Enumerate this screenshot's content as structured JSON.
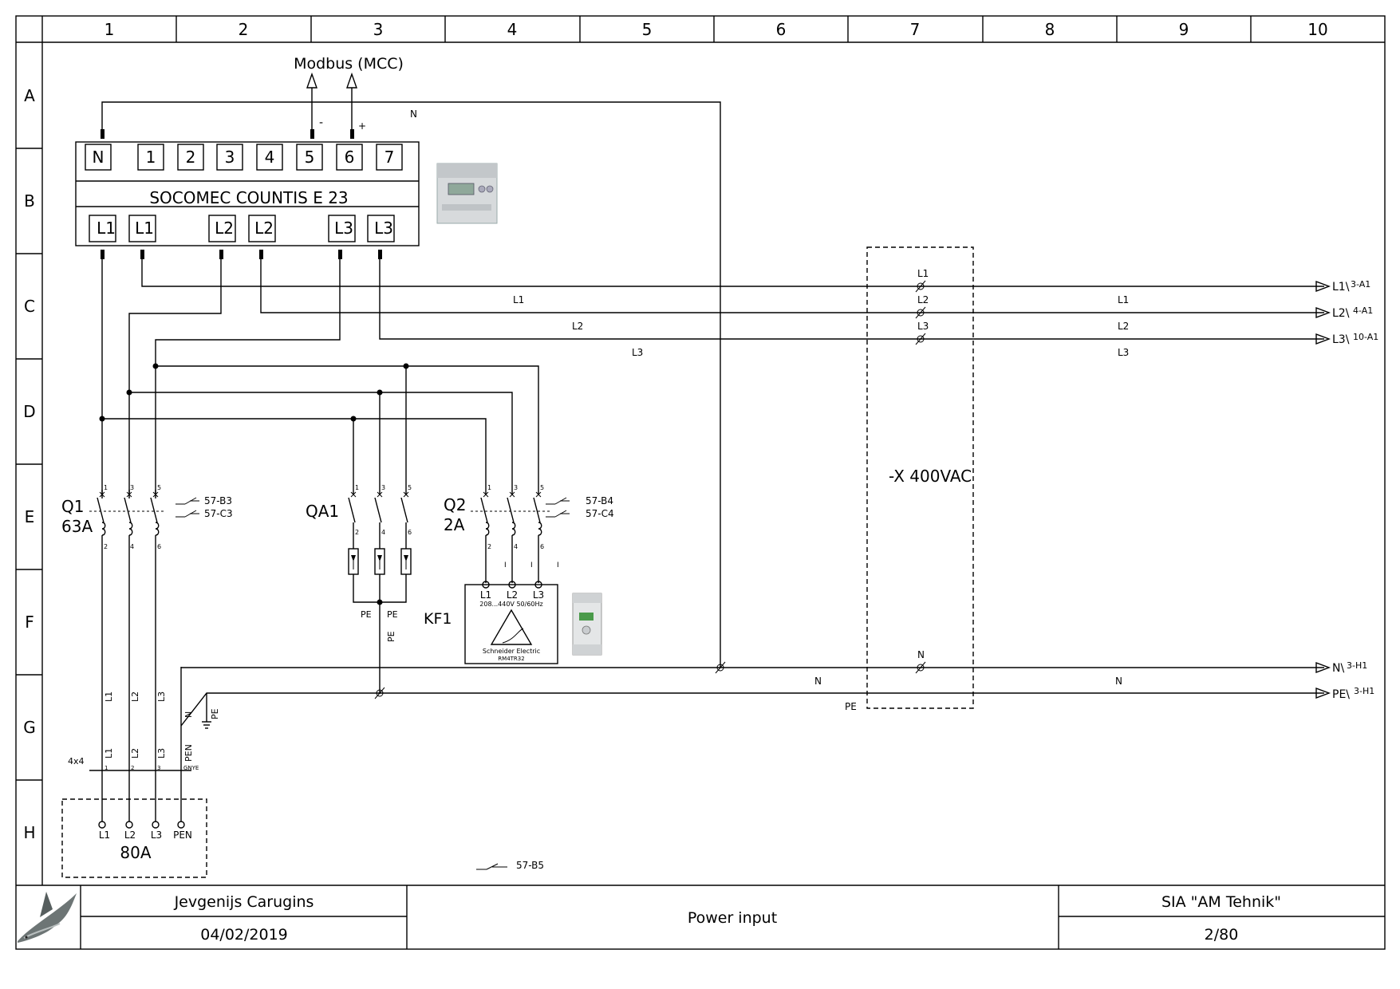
{
  "grid": {
    "columns": [
      "1",
      "2",
      "3",
      "4",
      "5",
      "6",
      "7",
      "8",
      "9",
      "10"
    ],
    "rows": [
      "A",
      "B",
      "C",
      "D",
      "E",
      "F",
      "G",
      "H"
    ]
  },
  "modbus": {
    "label": "Modbus (MCC)",
    "minus": "-",
    "plus": "+",
    "n_label": "N"
  },
  "meter": {
    "title": "SOCOMEC COUNTIS E 23",
    "top_terminals": [
      "N",
      "1",
      "2",
      "3",
      "4",
      "5",
      "6",
      "7"
    ],
    "bottom_terminals": [
      "L1",
      "L1",
      "L2",
      "L2",
      "L3",
      "L3"
    ],
    "photo_icon": "energy-meter-photo"
  },
  "bus": {
    "left_labels": [
      "L1",
      "L2",
      "L3"
    ],
    "right_labels": [
      "L1",
      "L2",
      "L3"
    ],
    "terminal_labels": [
      "L1",
      "L2",
      "L3"
    ],
    "outputs": [
      {
        "name": "L1\\",
        "ref": "3-A1"
      },
      {
        "name": "L2\\",
        "ref": "4-A1"
      },
      {
        "name": "L3\\",
        "ref": "10-A1"
      }
    ],
    "n_output": {
      "name": "N\\",
      "ref": "3-H1"
    },
    "pe_output": {
      "name": "PE\\",
      "ref": "3-H1"
    },
    "n_label_mid": "N",
    "n_label_right": "N",
    "n_terminal_label": "N",
    "pe_label": "PE"
  },
  "terminal_block": {
    "label": "-X 400VAC"
  },
  "q1": {
    "name": "Q1",
    "rating": "63A",
    "poles_top": [
      "1",
      "3",
      "5"
    ],
    "poles_bottom": [
      "2",
      "4",
      "6"
    ],
    "refs": [
      "57-B3",
      "57-C3"
    ]
  },
  "qa1": {
    "name": "QA1",
    "poles_top": [
      "1",
      "3",
      "5"
    ],
    "poles_bottom": [
      "2",
      "4",
      "6"
    ],
    "pe_labels": [
      "PE",
      "PE"
    ],
    "pe_vertical": "PE"
  },
  "q2": {
    "name": "Q2",
    "rating": "2A",
    "poles_top": [
      "1",
      "3",
      "5"
    ],
    "poles_bottom": [
      "2",
      "4",
      "6"
    ],
    "refs": [
      "57-B4",
      "57-C4"
    ],
    "contact_marks": [
      "I",
      "I",
      "I"
    ]
  },
  "kf1": {
    "name": "KF1",
    "terminals": [
      "L1",
      "L2",
      "L3"
    ],
    "spec": "208...440V 50/60Hz",
    "brand": "Schneider Electric",
    "model": "RM4TR32",
    "photo_icon": "phase-relay-photo"
  },
  "feeder": {
    "upper_labels": [
      "L1",
      "L2",
      "L3"
    ],
    "lower_labels": [
      "L1",
      "L2",
      "L3",
      "PEN"
    ],
    "cable": "4x4",
    "core_numbers": [
      "1",
      "2",
      "3",
      "GNYE"
    ],
    "n_label": "N",
    "pe_label": "PE"
  },
  "supply": {
    "terminals": [
      "L1",
      "L2",
      "L3",
      "PEN"
    ],
    "rating": "80A"
  },
  "contact_ref": "57-B5",
  "title_block": {
    "logo_icon": "sturgeon-fish-logo",
    "author": "Jevgenijs Carugins",
    "date": "04/02/2019",
    "title": "Power input",
    "company": "SIA \"AM Tehnik\"",
    "page": "2/80"
  }
}
